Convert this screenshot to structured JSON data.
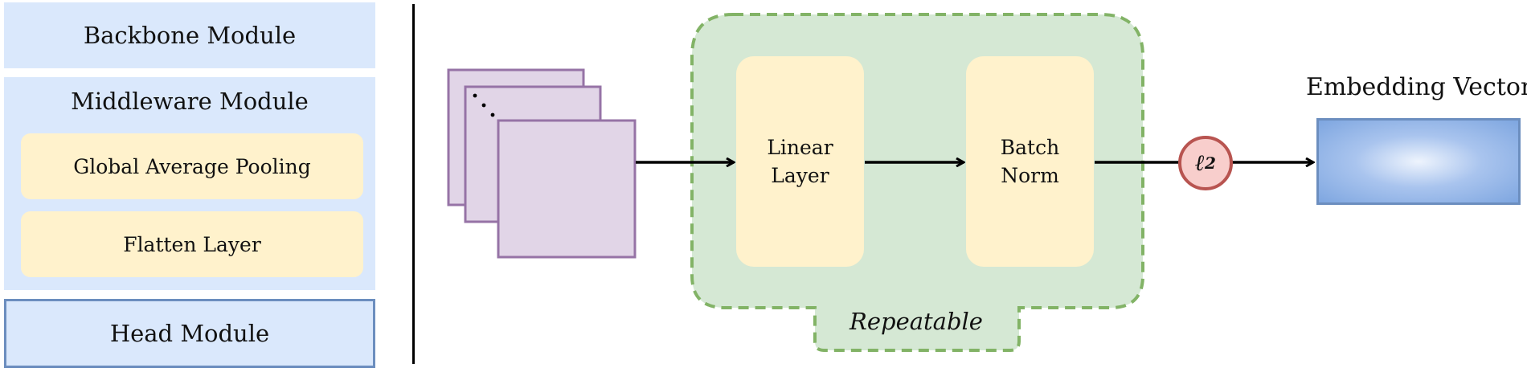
{
  "left_panel": {
    "backbone_label": "Backbone Module",
    "middleware": {
      "title": "Middleware Module",
      "items": [
        {
          "label": "Global Average Pooling"
        },
        {
          "label": "Flatten Layer"
        }
      ]
    },
    "head_label": "Head Module"
  },
  "diagram": {
    "blocks": {
      "linear_line1": "Linear",
      "linear_line2": "Layer",
      "batch_line1": "Batch",
      "batch_line2": "Norm"
    },
    "repeatable_label": "Repeatable",
    "l2_symbol": "ℓ",
    "l2_subscript": "2",
    "output_label": "Embedding Vector"
  },
  "colors": {
    "module_blue": "#dae8fc",
    "border_blue": "#6c8ebf",
    "block_yellow": "#fff2cc",
    "repeat_green": "#d5e8d4",
    "repeat_border": "#82b366",
    "feature_purple": "#e1d5e7",
    "feature_border": "#9673a6",
    "norm_red": "#f8cecc",
    "norm_border": "#b85450"
  },
  "icons": {
    "feature_maps": "stacked-squares",
    "arrows": "right-arrow"
  }
}
